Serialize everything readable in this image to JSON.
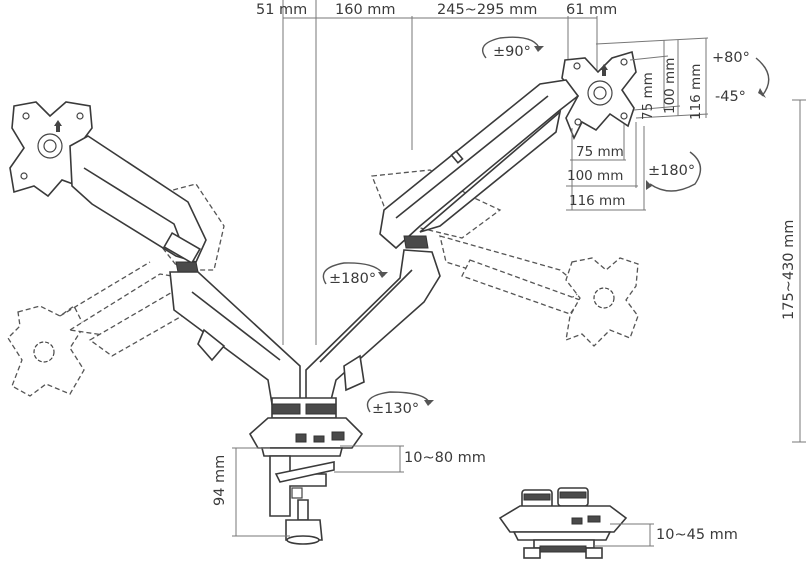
{
  "dimensions": {
    "top": [
      "51 mm",
      "160 mm",
      "245~295 mm",
      "61 mm"
    ],
    "vesa_side": [
      "75 mm",
      "100 mm",
      "116 mm"
    ],
    "vesa_bottom": [
      "75 mm",
      "100 mm",
      "116 mm"
    ],
    "height_range": "175~430 mm",
    "clamp_height": "94 mm",
    "clamp_range": "10~80 mm",
    "grommet_range": "10~45 mm"
  },
  "rotations": {
    "swivel_top": "±90°",
    "tilt_up": "+80°",
    "tilt_down": "-45°",
    "rotate_vesa": "±180°",
    "rotate_arm": "±180°",
    "rotate_base": "±130°"
  },
  "colors": {
    "line": "#3a3a3a",
    "text": "#3a3a3a",
    "dark_part": "#4a4a4a"
  },
  "icons": [
    "arrow-up-icon",
    "curved-arrow-icon"
  ]
}
